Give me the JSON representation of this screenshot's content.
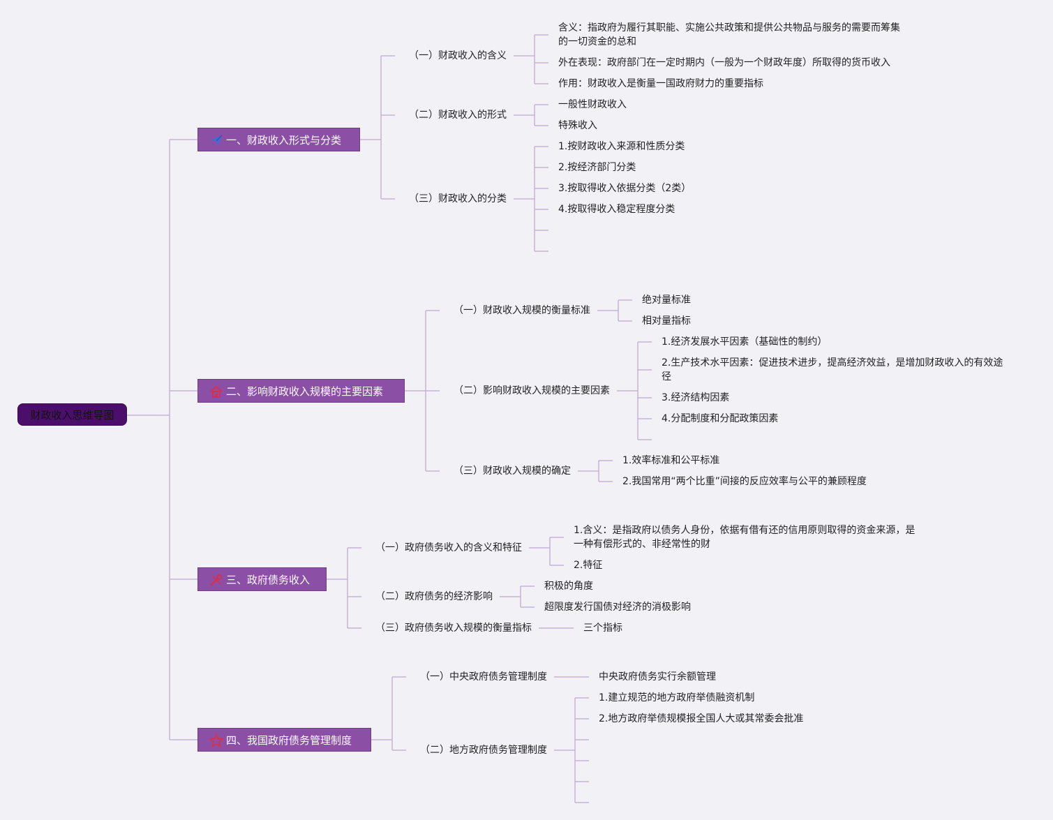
{
  "root": "财政收入思维导图",
  "b1": {
    "title": "一、财政收入形式与分类",
    "s1": {
      "label": "（一）财政收入的含义",
      "c": [
        "含义：指政府为履行其职能、实施公共政策和提供公共物品与服务的需要而筹集的一切资金的总和",
        "外在表现：政府部门在一定时期内（一般为一个财政年度）所取得的货币收入",
        "作用：财政收入是衡量一国政府财力的重要指标"
      ]
    },
    "s2": {
      "label": "（二）财政收入的形式",
      "c": [
        "一般性财政收入",
        "特殊收入"
      ]
    },
    "s3": {
      "label": "（三）财政收入的分类",
      "c": [
        "1.按财政收入来源和性质分类",
        "2.按经济部门分类",
        "3.按取得收入依据分类（2类）",
        "4.按取得收入稳定程度分类"
      ]
    }
  },
  "b2": {
    "title": "二、影响财政收入规模的主要因素",
    "s1": {
      "label": "（一）财政收入规模的衡量标准",
      "c": [
        "绝对量标准",
        "相对量指标"
      ]
    },
    "s2": {
      "label": "（二）影响财政收入规模的主要因素",
      "c": [
        "1.经济发展水平因素（基础性的制约）",
        "2.生产技术水平因素：促进技术进步，提高经济效益，是增加财政收入的有效途径",
        "3.经济结构因素",
        "4.分配制度和分配政策因素"
      ]
    },
    "s3": {
      "label": "（三）财政收入规模的确定",
      "c": [
        "1.效率标准和公平标准",
        "2.我国常用“两个比重”间接的反应效率与公平的兼顾程度"
      ]
    }
  },
  "b3": {
    "title": "三、政府债务收入",
    "s1": {
      "label": "（一）政府债务收入的含义和特征",
      "c": [
        "1.含义：是指政府以债务人身份，依据有借有还的信用原则取得的资金来源，是一种有偿形式的、非经常性的财",
        "2.特征"
      ]
    },
    "s2": {
      "label": "（二）政府债务的经济影响",
      "c": [
        "积极的角度",
        "超限度发行国债对经济的消极影响"
      ]
    },
    "s3": {
      "label": "（三）政府债务收入规模的衡量指标",
      "c": [
        "三个指标"
      ]
    }
  },
  "b4": {
    "title": "四、我国政府债务管理制度",
    "s1": {
      "label": "（一）中央政府债务管理制度",
      "c": [
        "中央政府债务实行余额管理"
      ]
    },
    "s2": {
      "label": "（二）地方政府债务管理制度",
      "c": [
        "1.建立规范的地方政府举债融资机制",
        "2.地方政府举债规模报全国人大或其常委会批准"
      ]
    }
  },
  "colors": {
    "root_bg": "#4b0f6b",
    "branch_bg": "#8b4fa6",
    "line": "#c6b3d8",
    "background": "#f2f1f5"
  },
  "icons": {
    "b1": "paper-plane-icon",
    "b2": "house-icon",
    "b3": "tools-icon",
    "b4": "star-icon"
  }
}
